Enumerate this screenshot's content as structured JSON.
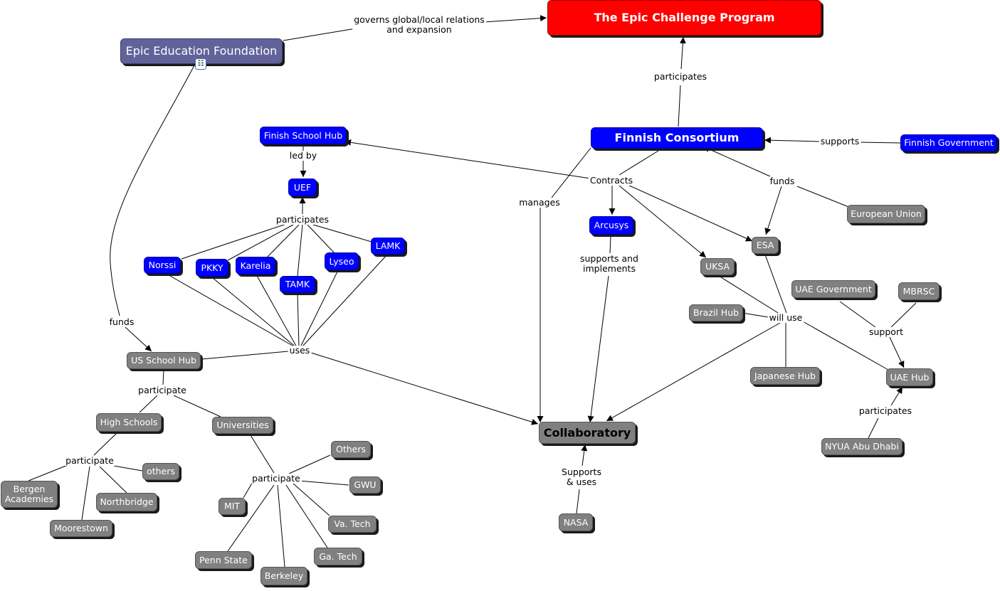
{
  "nodes": {
    "epic_challenge": "The Epic Challenge Program",
    "epic_foundation": "Epic Education Foundation",
    "finnish_consortium": "Finnish Consortium",
    "finnish_government": "Finnish Government",
    "finish_school_hub": "Finish School Hub",
    "uef": "UEF",
    "norssi": "Norssi",
    "pkky": "PKKY",
    "karelia": "Karelia",
    "tamk": "TAMK",
    "lyseo": "Lyseo",
    "lamk": "LAMK",
    "arcusys": "Arcusys",
    "esa": "ESA",
    "european_union": "European Union",
    "uksa": "UKSA",
    "uae_government": "UAE Government",
    "mbrsc": "MBRSC",
    "brazil_hub": "Brazil Hub",
    "japanese_hub": "Japanese Hub",
    "uae_hub": "UAE Hub",
    "nyua": "NYUA Abu Dhabi",
    "us_school_hub": "US School Hub",
    "high_schools": "High Schools",
    "universities": "Universities",
    "others_hs": "others",
    "bergen": "Bergen Academies",
    "northbridge": "Northbridge",
    "moorestown": "Moorestown",
    "others_univ": "Others",
    "gwu": "GWU",
    "mit": "MIT",
    "va_tech": "Va. Tech",
    "ga_tech": "Ga. Tech",
    "penn_state": "Penn State",
    "berkeley": "Berkeley",
    "collaboratory": "Collaboratory",
    "nasa": "NASA"
  },
  "links": {
    "governs": "governs global/local relations\nand expansion",
    "participates_fc": "participates",
    "supports_fg": "supports",
    "led_by": "led by",
    "participates_uef": "participates",
    "contracts": "Contracts",
    "manages": "manages",
    "funds_eu": "funds",
    "supports_implements": "supports and\nimplements",
    "will_use": "will use",
    "support_uae": "support",
    "participates_nyua": "participates",
    "funds_eef": "funds",
    "uses": "uses",
    "participate_us": "participate",
    "participate_hs": "participate",
    "participate_univ": "participate",
    "supports_uses": "Supports\n& uses"
  },
  "icons": {
    "submap": "hierarchy-icon"
  },
  "colors": {
    "gray_node": "#808080",
    "blue_node": "#0000ff",
    "slate_node": "#62629b",
    "red_node": "#ff0000"
  }
}
